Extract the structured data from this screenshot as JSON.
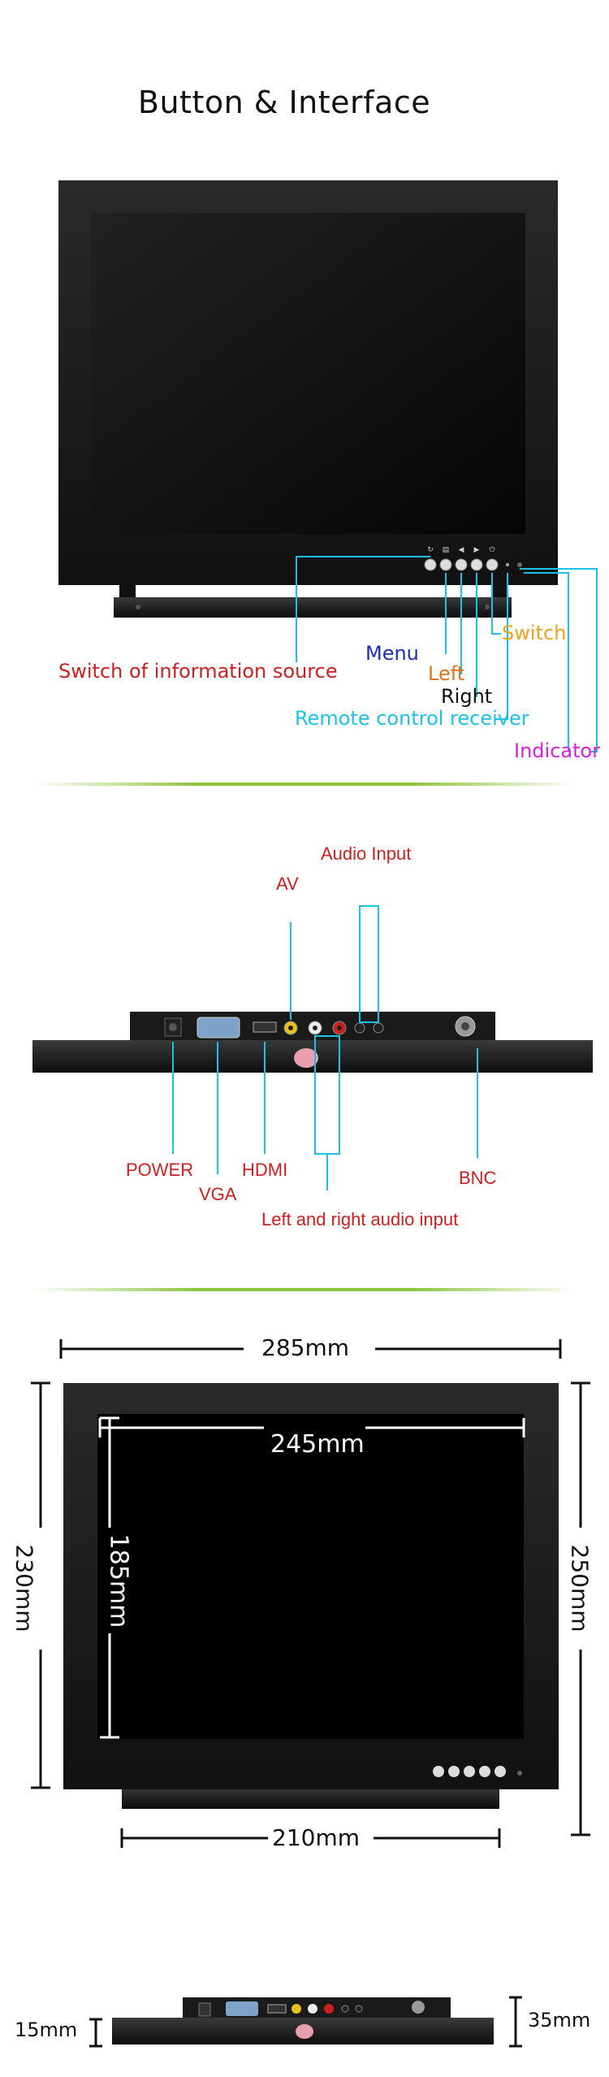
{
  "title": "Button & Interface",
  "front_labels": {
    "source": "Switch of information source",
    "menu": "Menu",
    "left": "Left",
    "right": "Right",
    "switch": "Switch",
    "remote": "Remote control receiver",
    "indicator": "Indicator"
  },
  "back_labels": {
    "audio_input": "Audio Input",
    "av": "AV",
    "power": "POWER",
    "vga": "VGA",
    "hdmi": "HDMI",
    "bnc": "BNC",
    "lr_audio": "Left and right audio input"
  },
  "dimensions": {
    "outer_width": "285mm",
    "screen_width": "245mm",
    "outer_height": "230mm",
    "screen_height": "185mm",
    "total_height": "250mm",
    "stand_width": "210mm",
    "depth_thin": "15mm",
    "depth_total": "35mm"
  },
  "colors": {
    "red": "#cc1f1f",
    "blue": "#1a2fb0",
    "orange": "#e0731a",
    "switch_orange": "#f0a020",
    "cyan": "#1ec1e6",
    "magenta": "#d81fd8",
    "green": "#8cc63f"
  },
  "icons": [
    "source-icon",
    "menu-icon",
    "left-arrow-icon",
    "right-arrow-icon",
    "power-icon"
  ]
}
